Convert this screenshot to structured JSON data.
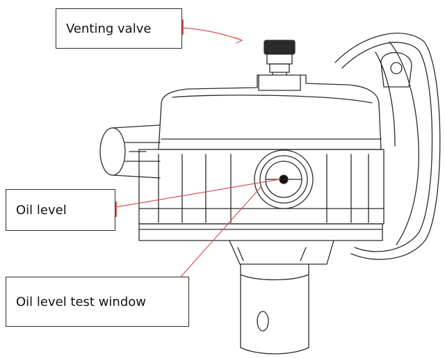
{
  "labels": {
    "venting_valve": "Venting valve",
    "oil_level": "Oil level",
    "oil_level_test_window": "Oil level test window"
  },
  "colors": {
    "outline": "#2a2a2a",
    "leader_line": "#e05050",
    "fill": "#ffffff"
  }
}
